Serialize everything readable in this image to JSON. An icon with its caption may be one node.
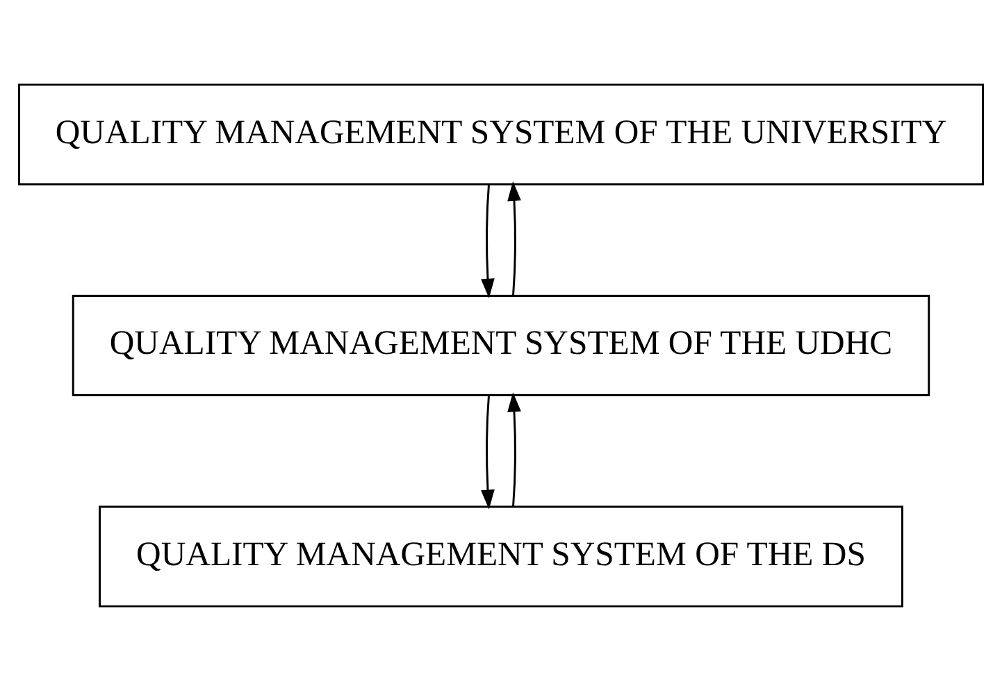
{
  "diagram": {
    "nodes": [
      {
        "text": [
          "QUALITY MANAGEMENT SYSTEM OF THE UNIVERSITY"
        ]
      },
      {
        "text": [
          "QUALITY MANAGEMENT SYSTEM OF THE UDHC"
        ]
      },
      {
        "text": [
          "QUALITY MANAGEMENT SYSTEM OF THE DS"
        ]
      }
    ],
    "edges": [
      {
        "from": 1,
        "to": 0,
        "arrow": "to"
      },
      {
        "from": 0,
        "to": 1,
        "arrow": "to"
      },
      {
        "from": 2,
        "to": 1,
        "arrow": "to"
      },
      {
        "from": 1,
        "to": 2,
        "arrow": "to"
      }
    ]
  }
}
